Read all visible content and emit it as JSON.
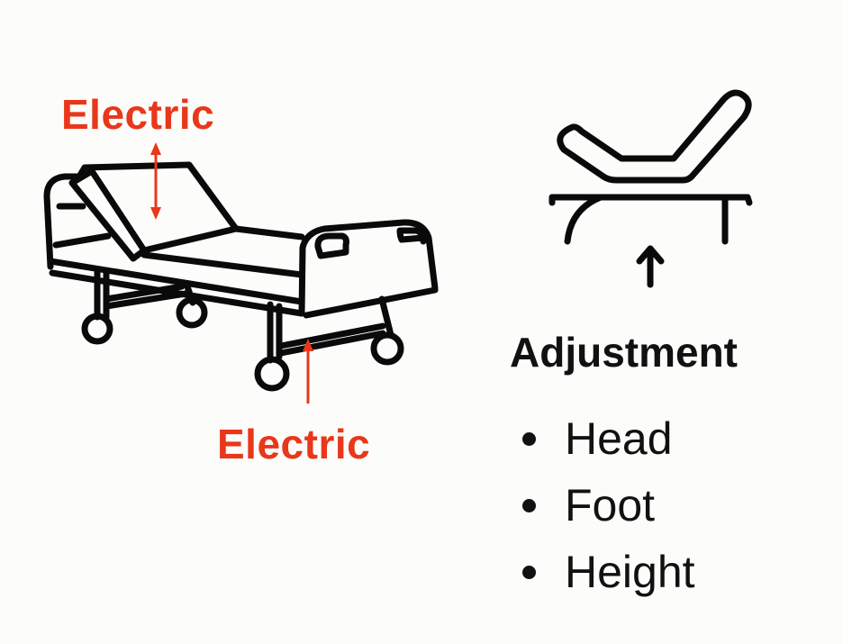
{
  "bed_illustration": {
    "top_label": "Electric",
    "bottom_label": "Electric",
    "accent_color": "#e8371a"
  },
  "adjustment_panel": {
    "heading": "Adjustment",
    "items": [
      {
        "label": "Head"
      },
      {
        "label": "Foot"
      },
      {
        "label": "Height"
      }
    ]
  }
}
